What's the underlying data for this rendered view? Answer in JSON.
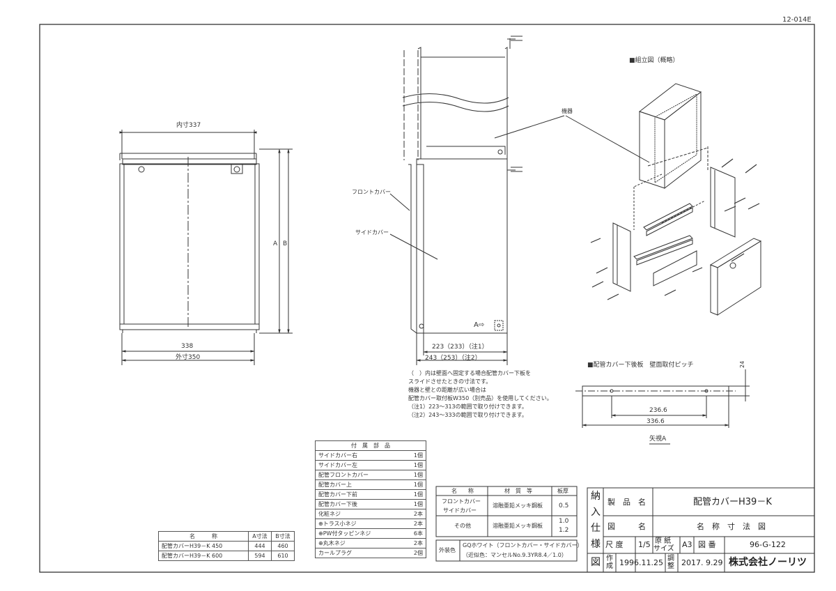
{
  "drawing_code": "12-014E",
  "assembly_title": "■組立図（概略）",
  "left_view": {
    "inner_dim": "内寸337",
    "dim_338": "338",
    "outer_dim": "外寸350",
    "label_a": "A",
    "label_b": "B"
  },
  "side_view": {
    "front_cover_label": "フロントカバー",
    "side_cover_label": "サイドカバー",
    "arrow_a": "A⇨",
    "dim_223": "223（233）（注1）",
    "dim_243": "243（253）（注2）"
  },
  "device_label": "機器",
  "notes": [
    "（　）内は壁面へ固定する場合配管カバー下板を",
    "スライドさせたときの寸法です。",
    "機器と壁との距離が広い場合は",
    "配管カバー取付板W350（別売品）を使用してください。",
    "（注1）223～313の範囲で取り付けできます。",
    "（注2）243～333の範囲で取り付けできます。"
  ],
  "pitch": {
    "title": "■配管カバー下後板　壁面取付ピッチ",
    "dim_24": "24",
    "dim_236": "236.6",
    "dim_336": "336.6",
    "view": "矢視A"
  },
  "dims_table": {
    "headers": [
      "名　　　称",
      "A寸法",
      "B寸法"
    ],
    "rows": [
      [
        "配管カバーH39－K 450",
        "444",
        "460"
      ],
      [
        "配管カバーH39－K 600",
        "594",
        "610"
      ]
    ]
  },
  "parts_table": {
    "title": "付　属　部　品",
    "rows": [
      [
        "サイドカバー右",
        "1個"
      ],
      [
        "サイドカバー左",
        "1個"
      ],
      [
        "配管フロントカバー",
        "1個"
      ],
      [
        "配管カバー上",
        "1個"
      ],
      [
        "配管カバー下前",
        "1個"
      ],
      [
        "配管カバー下後",
        "1個"
      ],
      [
        "化粧ネジ",
        "2本"
      ],
      [
        "⊕トラス小ネジ",
        "2本"
      ],
      [
        "⊕PW付タッピンネジ",
        "6本"
      ],
      [
        "⊕丸木ネジ",
        "2本"
      ],
      [
        "カールプラグ",
        "2個"
      ]
    ]
  },
  "material_table": {
    "headers": [
      "名　　称",
      "材　質　等",
      "板厚"
    ],
    "row1": {
      "name1": "フロントカバー",
      "name2": "サイドカバー",
      "material": "溶融亜鉛メッキ鋼板",
      "thickness": "0.5"
    },
    "row2": {
      "name": "その他",
      "material": "溶融亜鉛メッキ鋼板",
      "thickness1": "1.0",
      "thickness2": "1.2"
    }
  },
  "color_table": {
    "label": "外装色",
    "line1": "GQホワイト（フロントカバー・サイドカバー）",
    "line2": "（近似色：マンセルNo.9.3YR8.4／1.0）"
  },
  "title_block": {
    "side_chars": [
      "納",
      "入",
      "仕",
      "様",
      "図"
    ],
    "product_label": "製　品　名",
    "product_name": "配管カバーH39－K",
    "figure_label": "図　　　名",
    "figure_name": "名　称　寸　法　図",
    "scale_label": "尺 度",
    "scale": "1/5",
    "paper_label1": "原 紙",
    "paper_label2": "サイズ",
    "paper": "A3",
    "drawing_no_label": "図 番",
    "drawing_no": "96-G-122",
    "created_label1": "作",
    "created_label2": "成",
    "created": "1996.11.25",
    "adjusted_label1": "調",
    "adjusted_label2": "整",
    "adjusted": "2017. 9.29",
    "company": "株式会社ノーリツ"
  }
}
